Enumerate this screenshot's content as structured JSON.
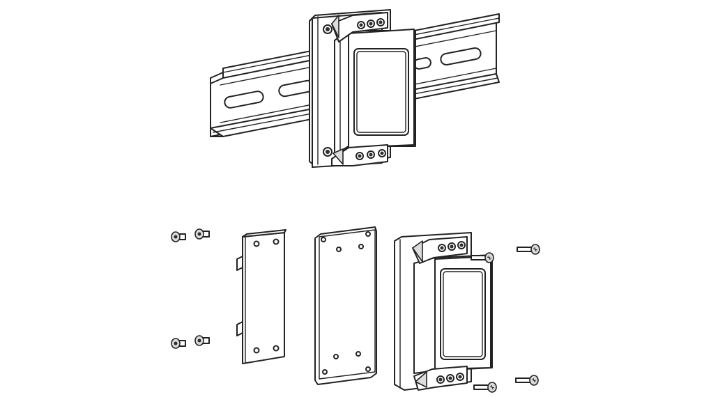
{
  "figure": {
    "assembled_view": {
      "component": "filter-module",
      "mount": "din-rail"
    },
    "exploded_view": {
      "parts": [
        "short-screws",
        "din-rail-clip-plate",
        "adapter-plate",
        "filter-module",
        "long-screws"
      ],
      "short_screw_count": 4,
      "long_screw_count": 4
    }
  }
}
